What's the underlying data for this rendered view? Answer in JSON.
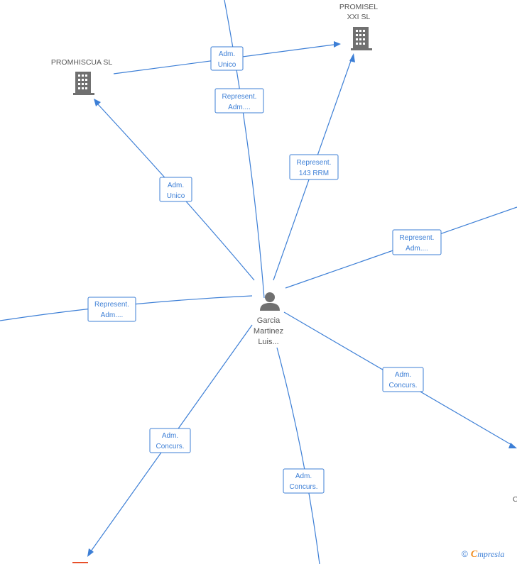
{
  "nodes": {
    "promhiscua": {
      "label": "PROMHISCUA SL"
    },
    "promisel": {
      "line1": "PROMISEL",
      "line2": "XXI SL"
    },
    "person": {
      "line1": "Garcia",
      "line2": "Martinez",
      "line3": "Luis..."
    },
    "partial_right": {
      "label": "C"
    }
  },
  "edges": [
    {
      "id": "edge-promhiscua-promisel",
      "line1": "Adm.",
      "line2": "Unico"
    },
    {
      "id": "edge-top-person",
      "line1": "Represent.",
      "line2": "Adm...."
    },
    {
      "id": "edge-person-promisel",
      "line1": "Represent.",
      "line2": "143 RRM"
    },
    {
      "id": "edge-person-promhiscua",
      "line1": "Adm.",
      "line2": "Unico"
    },
    {
      "id": "edge-person-right-top",
      "line1": "Represent.",
      "line2": "Adm...."
    },
    {
      "id": "edge-left-person",
      "line1": "Represent.",
      "line2": "Adm...."
    },
    {
      "id": "edge-person-right-bottom",
      "line1": "Adm.",
      "line2": "Concurs."
    },
    {
      "id": "edge-person-bottom-left",
      "line1": "Adm.",
      "line2": "Concurs."
    },
    {
      "id": "edge-person-bottom",
      "line1": "Adm.",
      "line2": "Concurs."
    }
  ],
  "branding": {
    "copyright": "©",
    "brand_initial": "C",
    "brand_rest": "mpresia"
  },
  "colors": {
    "edge": "#3d7fd6",
    "icon": "#707070",
    "brand_accent": "#f08c1e",
    "mark": "#e8502a"
  }
}
